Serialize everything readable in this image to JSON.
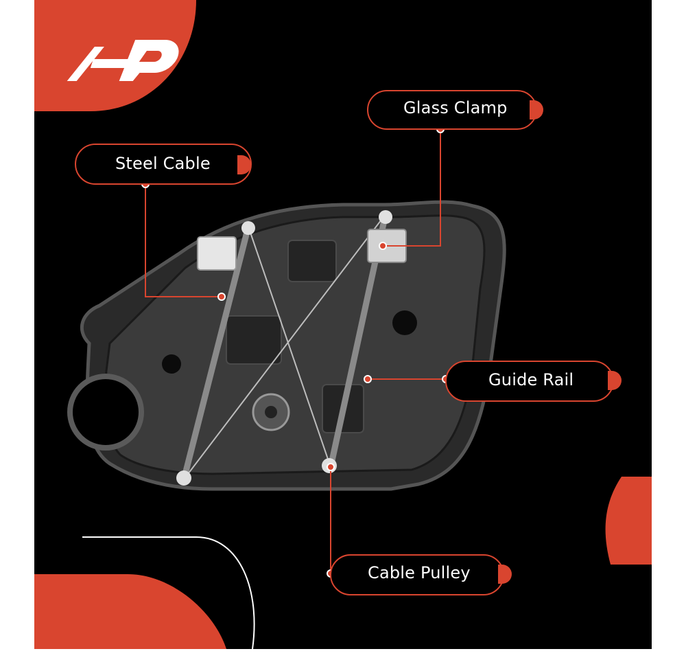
{
  "brand": {
    "logo_text": "A-P",
    "accent_color": "#d9452f",
    "background_color": "#000000"
  },
  "product": {
    "icon": "window-regulator-panel-icon"
  },
  "callouts": {
    "glass_clamp": "Glass Clamp",
    "steel_cable": "Steel Cable",
    "guide_rail": "Guide Rail",
    "cable_pulley": "Cable Pulley"
  }
}
